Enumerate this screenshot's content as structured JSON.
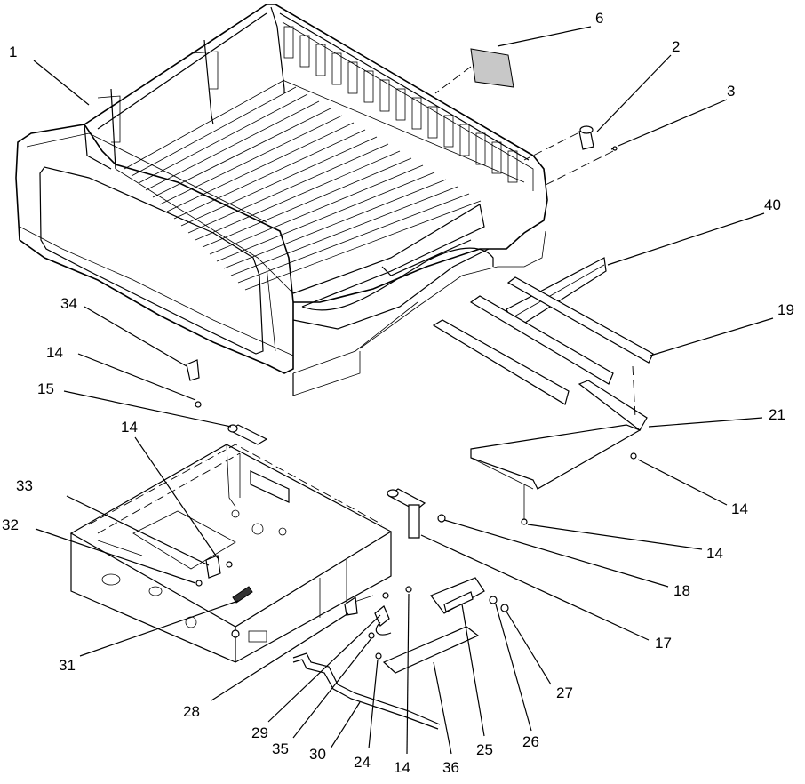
{
  "callouts": [
    {
      "id": "c1",
      "text": "1"
    },
    {
      "id": "c6",
      "text": "6"
    },
    {
      "id": "c2",
      "text": "2"
    },
    {
      "id": "c3",
      "text": "3"
    },
    {
      "id": "c40",
      "text": "40"
    },
    {
      "id": "c19",
      "text": "19"
    },
    {
      "id": "c34",
      "text": "34"
    },
    {
      "id": "c14a",
      "text": "14"
    },
    {
      "id": "c15",
      "text": "15"
    },
    {
      "id": "c14b",
      "text": "14"
    },
    {
      "id": "c21",
      "text": "21"
    },
    {
      "id": "c14c",
      "text": "14"
    },
    {
      "id": "c14d",
      "text": "14"
    },
    {
      "id": "c33",
      "text": "33"
    },
    {
      "id": "c32",
      "text": "32"
    },
    {
      "id": "c18",
      "text": "18"
    },
    {
      "id": "c17",
      "text": "17"
    },
    {
      "id": "c31",
      "text": "31"
    },
    {
      "id": "c27",
      "text": "27"
    },
    {
      "id": "c28",
      "text": "28"
    },
    {
      "id": "c26",
      "text": "26"
    },
    {
      "id": "c29",
      "text": "29"
    },
    {
      "id": "c25",
      "text": "25"
    },
    {
      "id": "c35",
      "text": "35"
    },
    {
      "id": "c30",
      "text": "30"
    },
    {
      "id": "c24",
      "text": "24"
    },
    {
      "id": "c14e",
      "text": "14"
    },
    {
      "id": "c36",
      "text": "36"
    }
  ]
}
